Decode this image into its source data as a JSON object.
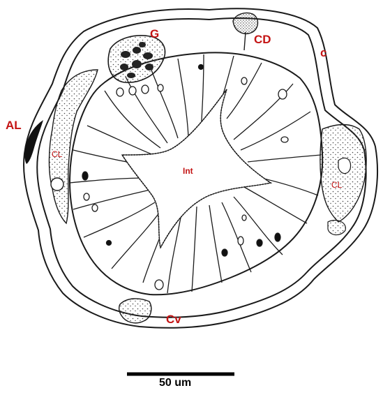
{
  "labels": {
    "G": "G",
    "CD": "CD",
    "c": "c",
    "AL": "AL",
    "CL_left": "CL",
    "CL_right": "CL",
    "Int": "Int",
    "Cv": "Cv"
  },
  "scale_bar": {
    "text": "50 um"
  },
  "colors": {
    "label": "#c41414",
    "line": "#1a1a1a",
    "stipple": "#444444"
  }
}
